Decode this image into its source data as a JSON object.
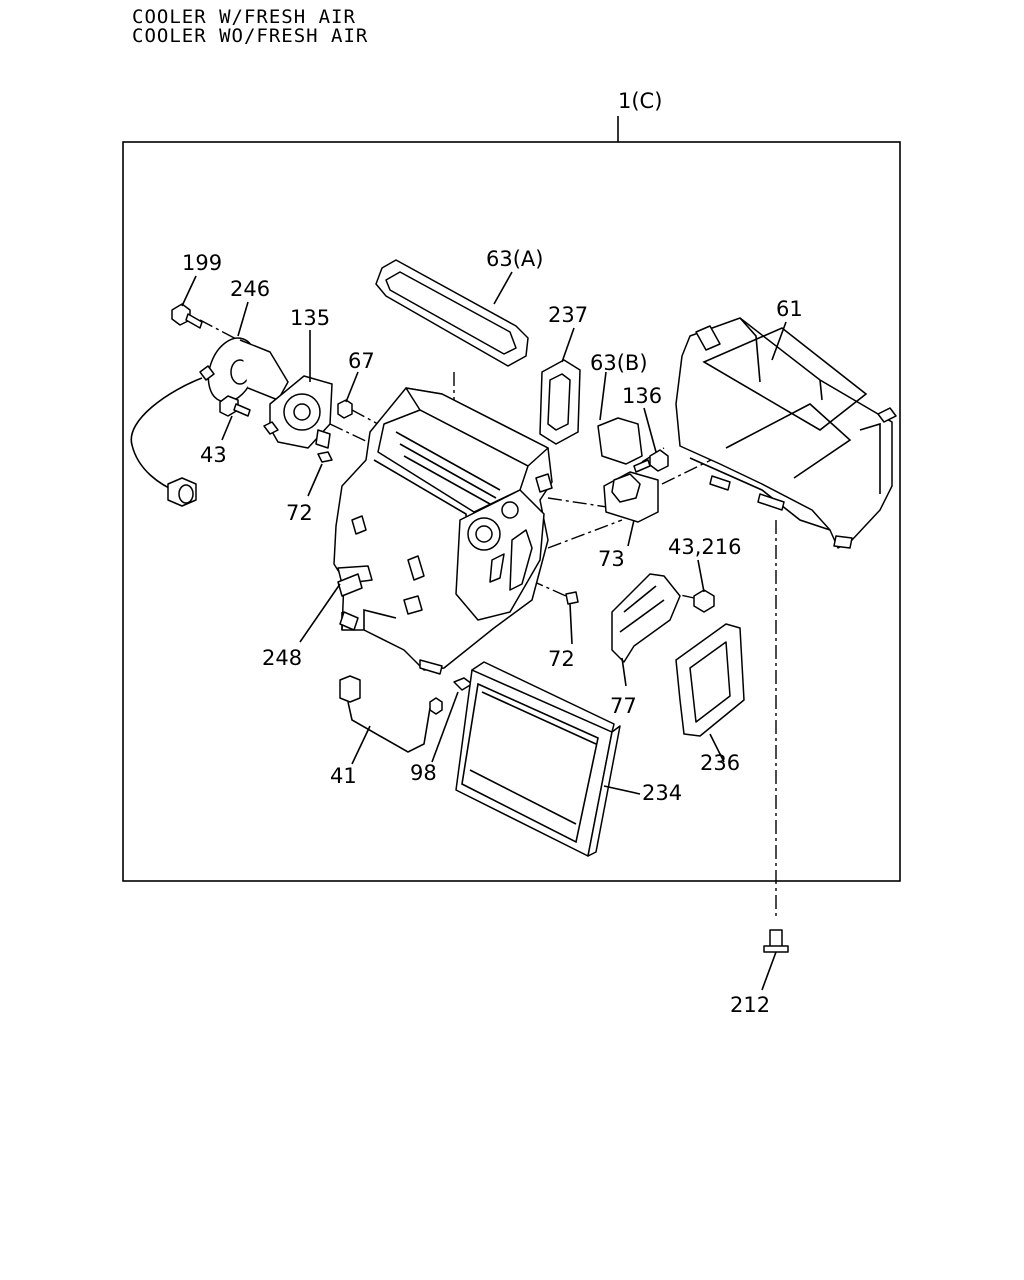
{
  "header": {
    "line1": "COOLER W/FRESH AIR",
    "line2": "COOLER WO/FRESH AIR"
  },
  "assembly_label": "1(C)",
  "callouts": {
    "c199": "199",
    "c246": "246",
    "c135": "135",
    "c63a": "63(A)",
    "c237": "237",
    "c61": "61",
    "c67": "67",
    "c63b": "63(B)",
    "c136": "136",
    "c43": "43",
    "c72a": "72",
    "c73": "73",
    "c43_216": "43,216",
    "c248": "248",
    "c72b": "72",
    "c77": "77",
    "c236": "236",
    "c41": "41",
    "c98": "98",
    "c234": "234",
    "c212": "212"
  }
}
